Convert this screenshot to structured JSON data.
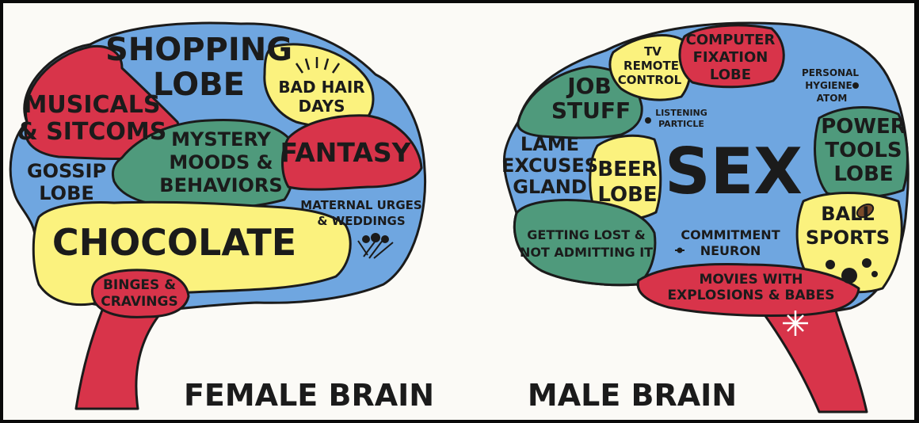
{
  "colors": {
    "blue": "#6fa6e0",
    "red": "#d8344a",
    "yellow": "#fbf27e",
    "green": "#4f9a7c",
    "ink": "#1b1b1b",
    "paper": "#fbfaf6"
  },
  "female": {
    "caption": "FEMALE BRAIN",
    "regions": {
      "shopping_1": "SHOPPING",
      "shopping_2": "LOBE",
      "musicals_1": "MUSICALS",
      "musicals_2": "& SITCOMS",
      "badhair_1": "BAD HAIR",
      "badhair_2": "DAYS",
      "mystery_1": "MYSTERY",
      "mystery_2": "MOODS &",
      "mystery_3": "BEHAVIORS",
      "fantasy": "FANTASY",
      "gossip_1": "GOSSIP",
      "gossip_2": "LOBE",
      "maternal_1": "MATERNAL URGES",
      "maternal_2": "& WEDDINGS",
      "chocolate": "CHOCOLATE",
      "binges_1": "BINGES &",
      "binges_2": "CRAVINGS"
    }
  },
  "male": {
    "caption": "MALE BRAIN",
    "regions": {
      "tv_1": "TV",
      "tv_2": "REMOTE",
      "tv_3": "CONTROL",
      "computer_1": "COMPUTER",
      "computer_2": "FIXATION",
      "computer_3": "LOBE",
      "hygiene_1": "PERSONAL",
      "hygiene_2": "HYGIENE",
      "hygiene_3": "ATOM",
      "job_1": "JOB",
      "job_2": "STUFF",
      "listening_1": "LISTENING",
      "listening_2": "PARTICLE",
      "power_1": "POWER",
      "power_2": "TOOLS",
      "power_3": "LOBE",
      "lame_1": "LAME",
      "lame_2": "EXCUSES",
      "lame_3": "GLAND",
      "beer_1": "BEER",
      "beer_2": "LOBE",
      "sex": "SEX",
      "ball_1": "BALL",
      "ball_2": "SPORTS",
      "lost_1": "GETTING LOST &",
      "lost_2": "NOT ADMITTING IT",
      "commitment_1": "COMMITMENT",
      "commitment_2": "NEURON",
      "movies_1": "MOVIES WITH",
      "movies_2": "EXPLOSIONS & BABES"
    }
  }
}
